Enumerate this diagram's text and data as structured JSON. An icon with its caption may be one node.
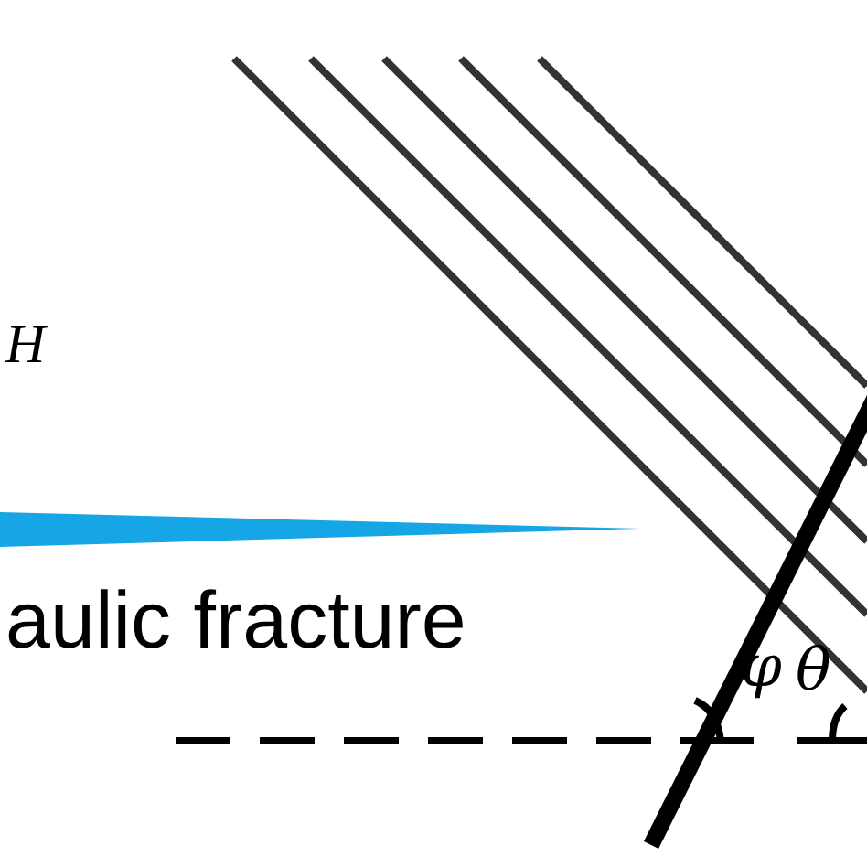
{
  "diagram": {
    "labels": [
      "H",
      "aulic fracture",
      "φ",
      "θ"
    ]
  }
}
